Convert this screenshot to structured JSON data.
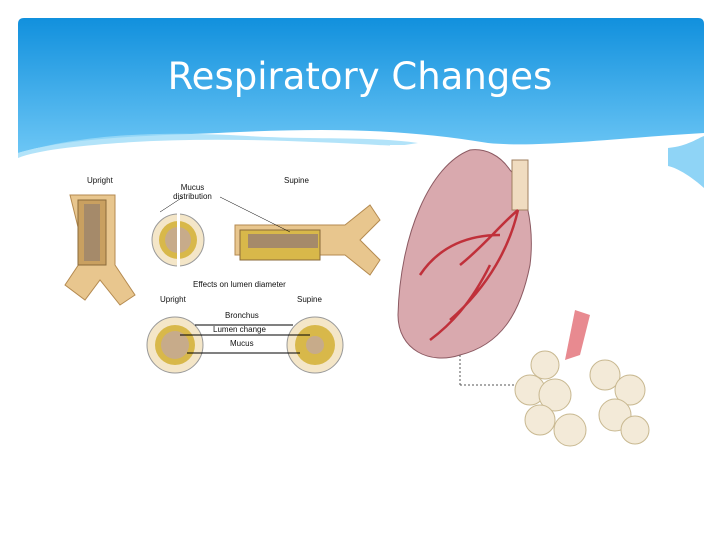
{
  "slide": {
    "title": "Respiratory Changes",
    "accent_color": "#1a9be0"
  },
  "figure_left": {
    "labels": {
      "upright_top": "Upright",
      "mucus_distribution": "Mucus distribution",
      "supine_top": "Supine",
      "effects": "Effects on lumen diameter",
      "upright_bottom": "Upright",
      "supine_bottom": "Supine",
      "bronchus": "Bronchus",
      "lumen_change": "Lumen change",
      "mucus": "Mucus"
    }
  },
  "figure_right": {
    "description_icon": "lung-alveoli-illustration"
  }
}
